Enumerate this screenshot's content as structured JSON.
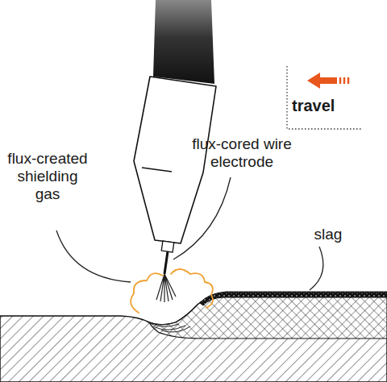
{
  "diagram": {
    "labels": [
      "travel",
      "flux-cored wire electrode",
      "flux-created shielding gas",
      "slag"
    ]
  }
}
